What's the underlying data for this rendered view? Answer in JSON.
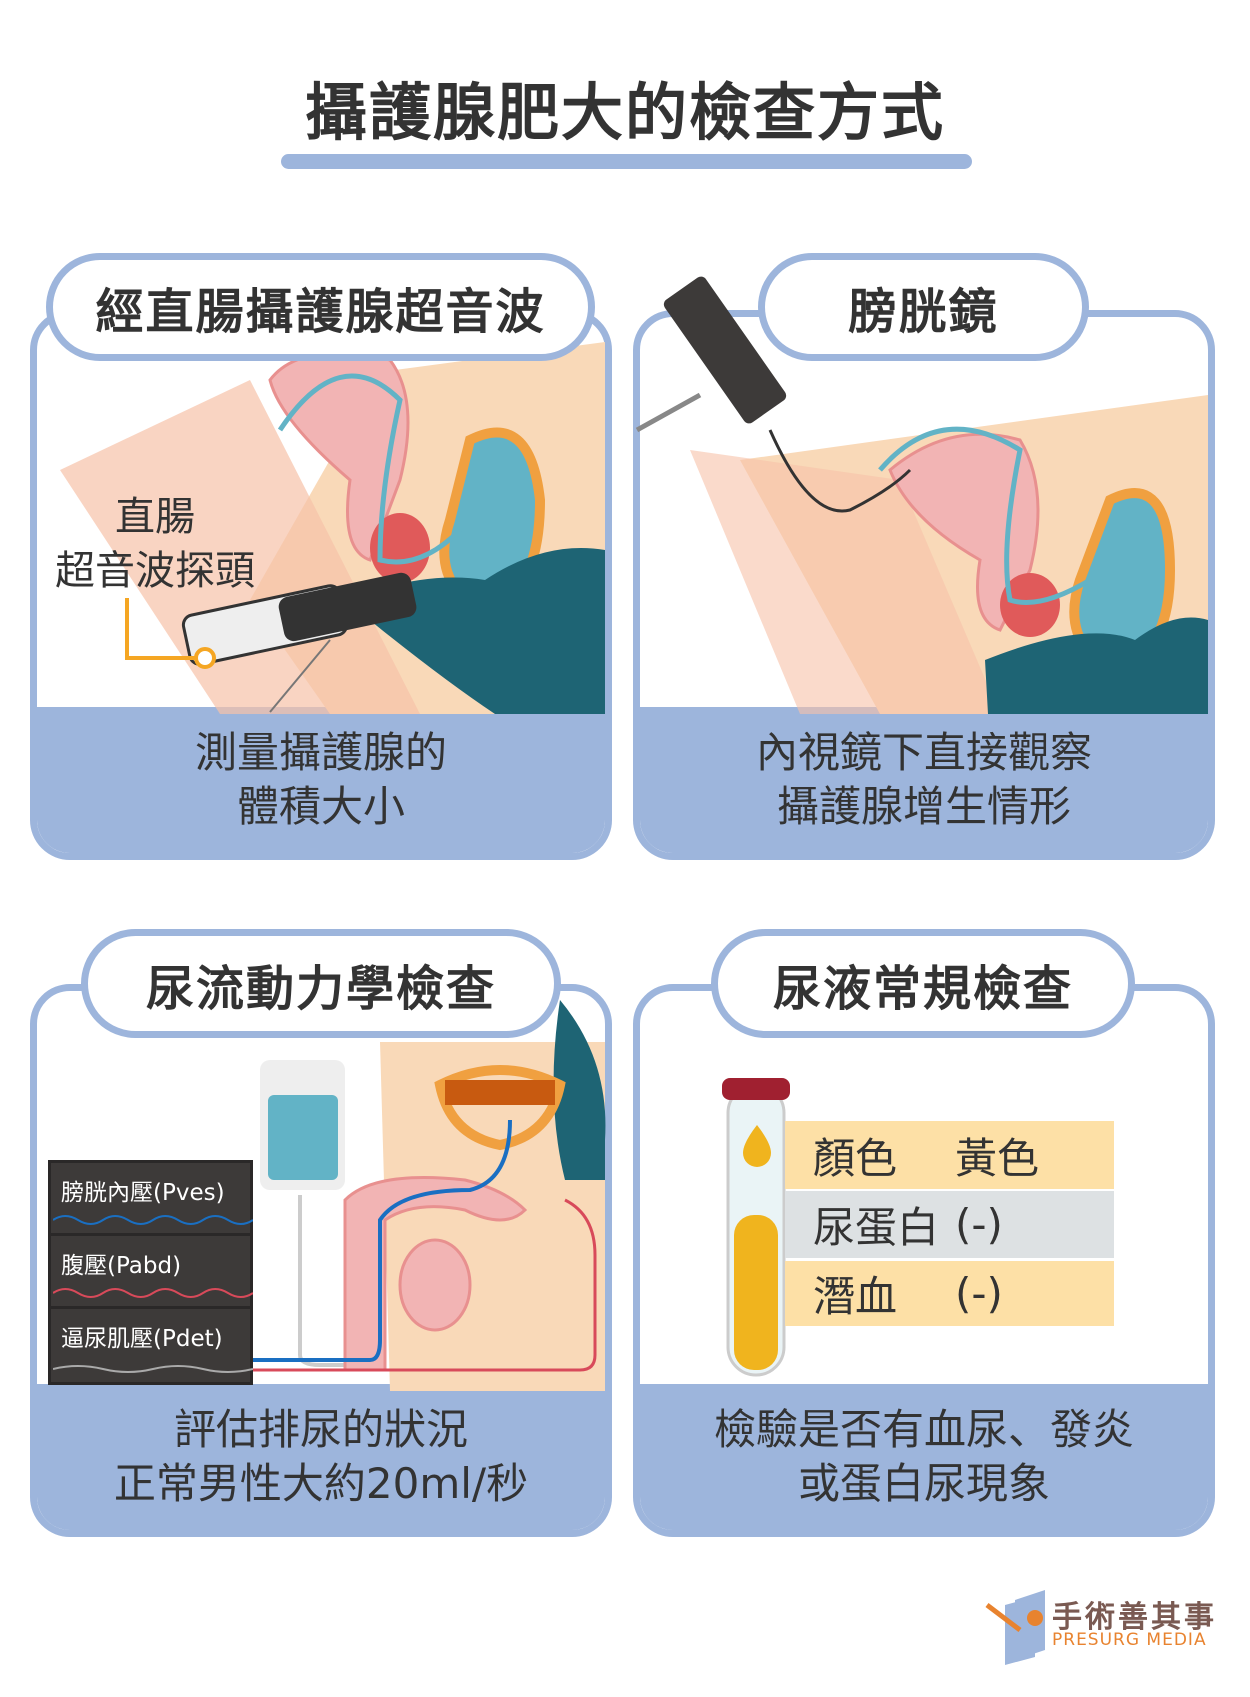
{
  "title": "攝護腺肥大的檢查方式",
  "panels": [
    {
      "heading": "經直腸攝護腺超音波",
      "label": "直腸\n超音波探頭",
      "label_lines": [
        "直腸",
        "超音波探頭"
      ],
      "desc": [
        "測量攝護腺的",
        "體積大小"
      ]
    },
    {
      "heading": "膀胱鏡",
      "desc": [
        "內視鏡下直接觀察",
        "攝護腺增生情形"
      ]
    },
    {
      "heading": "尿流動力學檢查",
      "chart_rows": [
        "膀胱內壓(Pves)",
        "腹壓(Pabd)",
        "逼尿肌壓(Pdet)"
      ],
      "desc": [
        "評估排尿的狀況",
        "正常男性大約20ml/秒"
      ]
    },
    {
      "heading": "尿液常規檢查",
      "table": [
        [
          "顏色",
          "黃色"
        ],
        [
          "尿蛋白",
          "(-)"
        ],
        [
          "潛血",
          "(-)"
        ]
      ],
      "desc": [
        "檢驗是否有血尿、發炎",
        "或蛋白尿現象"
      ]
    }
  ],
  "logo": {
    "zh": "手術善其事",
    "en": "PRESURG MEDIA"
  },
  "colors": {
    "accent": "#9db5dc",
    "skin": "#f9d9b8",
    "bladder": "#62b3c6",
    "orange": "#f0a040",
    "pink": "#f2b4b4",
    "teal": "#1e6474"
  }
}
